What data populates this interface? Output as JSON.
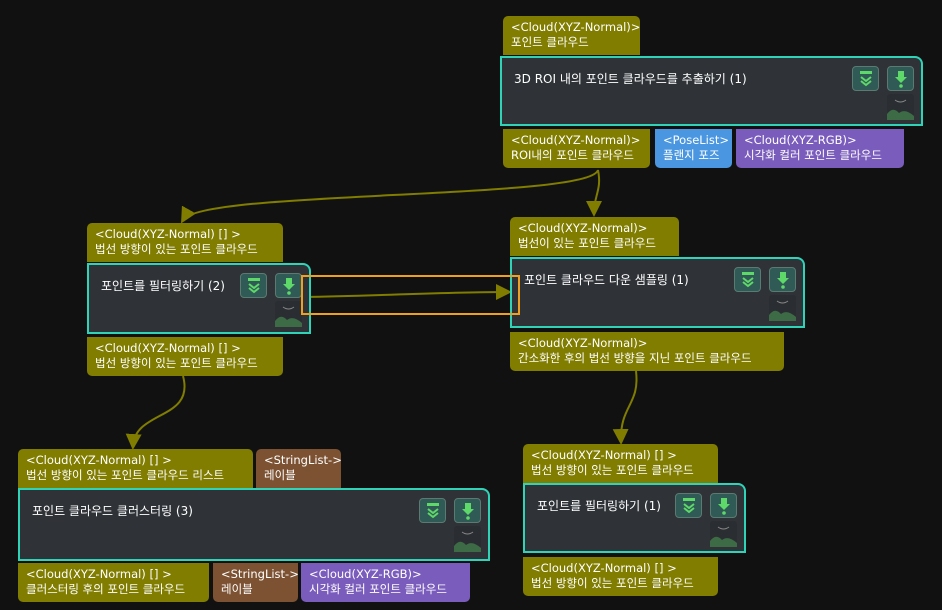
{
  "nodes": [
    {
      "id": "extract-roi",
      "title": "3D ROI 내의 포인트 클라우드를 추출하기 (1)",
      "inputs": [
        {
          "type": "<Cloud(XYZ-Normal)>",
          "label": "포인트 클라우드",
          "color": "olive"
        }
      ],
      "outputs": [
        {
          "type": "<Cloud(XYZ-Normal)>",
          "label": "ROI내의 포인트 클라우드",
          "color": "olive"
        },
        {
          "type": "<PoseList>",
          "label": "플랜지 포즈",
          "color": "blue"
        },
        {
          "type": "<Cloud(XYZ-RGB)>",
          "label": "시각화 컬러 포인트 클라우드",
          "color": "purple"
        }
      ]
    },
    {
      "id": "filter-2",
      "title": "포인트를 필터링하기 (2)",
      "inputs": [
        {
          "type": "<Cloud(XYZ-Normal) [] >",
          "label": "법선 방향이 있는 포인트 클라우드",
          "color": "olive"
        }
      ],
      "outputs": [
        {
          "type": "<Cloud(XYZ-Normal) [] >",
          "label": "법선 방향이 있는 포인트 클라우드",
          "color": "olive"
        }
      ]
    },
    {
      "id": "downsample-1",
      "title": "포인트 클라우드 다운 샘플링 (1)",
      "inputs": [
        {
          "type": "<Cloud(XYZ-Normal)>",
          "label": "법선이 있는 포인트 클라우드",
          "color": "olive"
        }
      ],
      "outputs": [
        {
          "type": "<Cloud(XYZ-Normal)>",
          "label": "간소화한 후의 법선 방향을 지닌 포인트 클라우드",
          "color": "olive"
        }
      ]
    },
    {
      "id": "clustering-3",
      "title": "포인트 클라우드 클러스터링 (3)",
      "inputs": [
        {
          "type": "<Cloud(XYZ-Normal) [] >",
          "label": "법선 방향이 있는 포인트 클라우드 리스트",
          "color": "olive"
        },
        {
          "type": "<StringList->",
          "label": "레이블",
          "color": "brown"
        }
      ],
      "outputs": [
        {
          "type": "<Cloud(XYZ-Normal) [] >",
          "label": "클러스터링 후의 포인트 클라우드",
          "color": "olive"
        },
        {
          "type": "<StringList->",
          "label": "레이블",
          "color": "brown"
        },
        {
          "type": "<Cloud(XYZ-RGB)>",
          "label": "시각화 컬러 포인트 클라우드",
          "color": "purple"
        }
      ]
    },
    {
      "id": "filter-1",
      "title": "포인트를 필터링하기 (1)",
      "inputs": [
        {
          "type": "<Cloud(XYZ-Normal) [] >",
          "label": "법선 방향이 있는 포인트 클라우드",
          "color": "olive"
        }
      ],
      "outputs": [
        {
          "type": "<Cloud(XYZ-Normal) [] >",
          "label": "법선 방향이 있는 포인트 클라우드",
          "color": "olive"
        }
      ]
    }
  ],
  "colors": {
    "edge": "#807d00",
    "node_border": "#2fd4b8",
    "selection": "#f0a020"
  }
}
